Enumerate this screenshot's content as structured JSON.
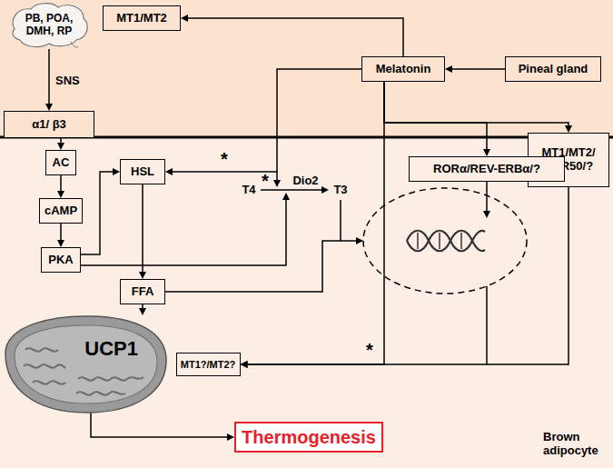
{
  "diagram": {
    "nodes": [
      {
        "text": [
          "PB, POA, DMH, RP"
        ]
      },
      {
        "text": [
          "MT1/MT2"
        ]
      },
      {
        "text": [
          "Melatonin"
        ]
      },
      {
        "text": [
          "Pineal gland"
        ]
      },
      {
        "text": [
          "α1/ β3"
        ]
      },
      {
        "text": [
          "AC"
        ]
      },
      {
        "text": [
          "HSL"
        ]
      },
      {
        "text": [
          "cAMP"
        ]
      },
      {
        "text": [
          "T4"
        ]
      },
      {
        "text": [
          "T3"
        ]
      },
      {
        "text": [
          "MT1/MT2/ GPR50/?"
        ]
      },
      {
        "text": [
          "RORα/REV-ERBα/?"
        ]
      },
      {
        "text": [
          "PKA"
        ]
      },
      {
        "text": [
          "FFA"
        ]
      },
      {
        "text": [
          "UCP1"
        ]
      },
      {
        "text": [
          "MT1?/MT2?"
        ]
      },
      {
        "text": [
          "Thermogenesis"
        ]
      }
    ],
    "edges": [
      {
        "from": 0,
        "to": 4,
        "arrow": "to",
        "label": "SNS"
      },
      {
        "from": 2,
        "to": 1,
        "arrow": "to"
      },
      {
        "from": 3,
        "to": 2,
        "arrow": "to"
      },
      {
        "from": 4,
        "to": 5,
        "arrow": "to"
      },
      {
        "from": 5,
        "to": 7,
        "arrow": "to"
      },
      {
        "from": 7,
        "to": 12,
        "arrow": "to"
      },
      {
        "from": 12,
        "to": 6,
        "arrow": "to"
      },
      {
        "from": 2,
        "to": 6,
        "arrow": "to"
      },
      {
        "from": 8,
        "to": 9,
        "arrow": "to",
        "label": "Dio2"
      },
      {
        "from": 6,
        "to": 13,
        "arrow": "to"
      },
      {
        "from": 13,
        "to": 14,
        "arrow": "to"
      },
      {
        "from": 2,
        "to": 11,
        "arrow": "to"
      },
      {
        "from": 2,
        "to": 10,
        "arrow": "to"
      },
      {
        "from": 2,
        "to": 15,
        "arrow": "to"
      },
      {
        "from": 10,
        "to": 15,
        "arrow": "to"
      },
      {
        "from": 14,
        "to": 16,
        "arrow": "to"
      }
    ],
    "labels": [
      "*",
      "*",
      "*",
      "Brown adipocyte"
    ]
  }
}
